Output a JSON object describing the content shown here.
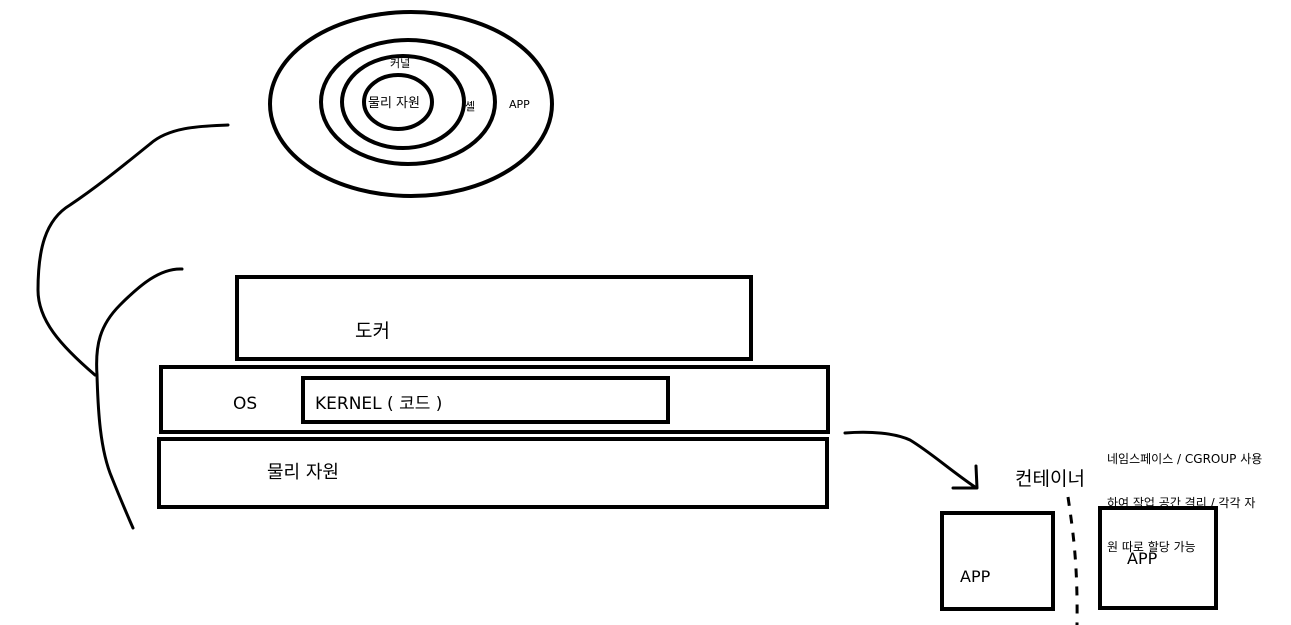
{
  "rings": {
    "inner": "물리 자원",
    "kernel": "커널",
    "shell": "셸",
    "app": "APP"
  },
  "stack": {
    "docker": "도커",
    "os": "OS",
    "kernel_box": "KERNEL ( 코드 )",
    "physical": "물리 자원"
  },
  "container": {
    "label": "컨테이너",
    "app_left": "APP",
    "app_right": "APP",
    "note_lines": [
      "네임스페이스 / CGROUP 사용",
      "하여 작업 공간 격리 / 각각 자",
      "원 따로 할당 가능"
    ]
  },
  "colors": {
    "stroke": "#000000",
    "background": "#ffffff"
  }
}
